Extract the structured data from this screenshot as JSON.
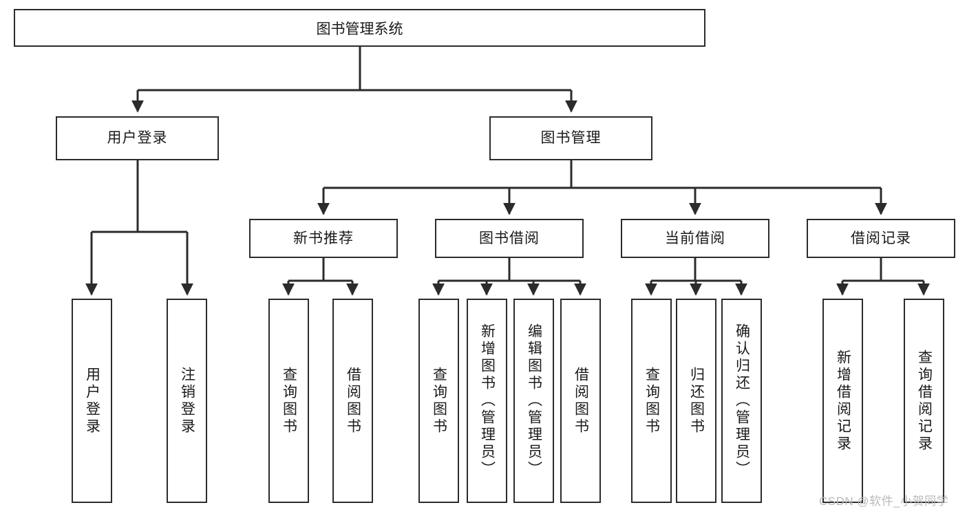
{
  "diagram": {
    "type": "tree-hierarchy",
    "title": "图书管理系统",
    "watermark": "CSDN @软件_小贺同学",
    "colors": {
      "box_border": "#2b2b2b",
      "box_fill": "#ffffff",
      "edge": "#2b2b2b",
      "text": "#1a1a1a",
      "watermark": "#b9b9b9"
    },
    "nodes": {
      "root": {
        "label": "图书管理系统",
        "level": 1
      },
      "l2": [
        {
          "id": "user-login",
          "label": "用户登录",
          "level": 2
        },
        {
          "id": "book-manage",
          "label": "图书管理",
          "level": 2
        }
      ],
      "l3": [
        {
          "id": "new-book-recommend",
          "label": "新书推荐",
          "level": 3,
          "parent": "book-manage"
        },
        {
          "id": "book-borrow",
          "label": "图书借阅",
          "level": 3,
          "parent": "book-manage"
        },
        {
          "id": "current-borrow",
          "label": "当前借阅",
          "level": 3,
          "parent": "book-manage"
        },
        {
          "id": "borrow-record",
          "label": "借阅记录",
          "level": 3,
          "parent": "book-manage"
        }
      ],
      "leaves": [
        {
          "id": "leaf-user-login",
          "label": "用户登录",
          "parent": "user-login"
        },
        {
          "id": "leaf-user-logout",
          "label": "注销登录",
          "parent": "user-login"
        },
        {
          "id": "leaf-query-book-1",
          "label": "查询图书",
          "parent": "new-book-recommend"
        },
        {
          "id": "leaf-borrow-book-1",
          "label": "借阅图书",
          "parent": "new-book-recommend"
        },
        {
          "id": "leaf-query-book-2",
          "label": "查询图书",
          "parent": "book-borrow"
        },
        {
          "id": "leaf-add-book",
          "label": "新增图书（管理员）",
          "parent": "book-borrow"
        },
        {
          "id": "leaf-edit-book",
          "label": "编辑图书（管理员）",
          "parent": "book-borrow"
        },
        {
          "id": "leaf-borrow-book-2",
          "label": "借阅图书",
          "parent": "book-borrow"
        },
        {
          "id": "leaf-query-book-3",
          "label": "查询图书",
          "parent": "current-borrow"
        },
        {
          "id": "leaf-return-book",
          "label": "归还图书",
          "parent": "current-borrow"
        },
        {
          "id": "leaf-confirm-return",
          "label": "确认归还（管理员）",
          "parent": "current-borrow"
        },
        {
          "id": "leaf-add-record",
          "label": "新增借阅记录",
          "parent": "borrow-record"
        },
        {
          "id": "leaf-query-record",
          "label": "查询借阅记录",
          "parent": "borrow-record"
        }
      ]
    }
  }
}
